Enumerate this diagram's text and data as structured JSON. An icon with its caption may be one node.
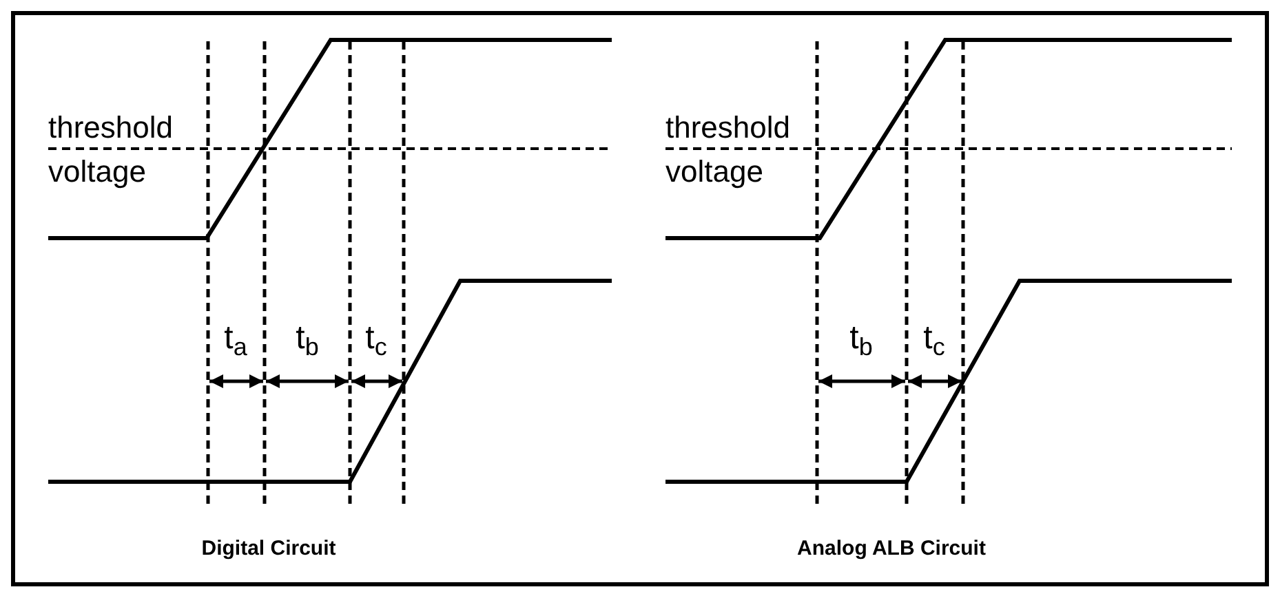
{
  "diagram": {
    "labels": [
      "threshold voltage",
      "t$_{a}$",
      "t$_{b}$",
      "t$_{c}$",
      "Digital Circuit",
      "threshold voltage",
      "t$_{b}$",
      "t$_{c}$",
      "Analog ALB Circuit"
    ]
  }
}
